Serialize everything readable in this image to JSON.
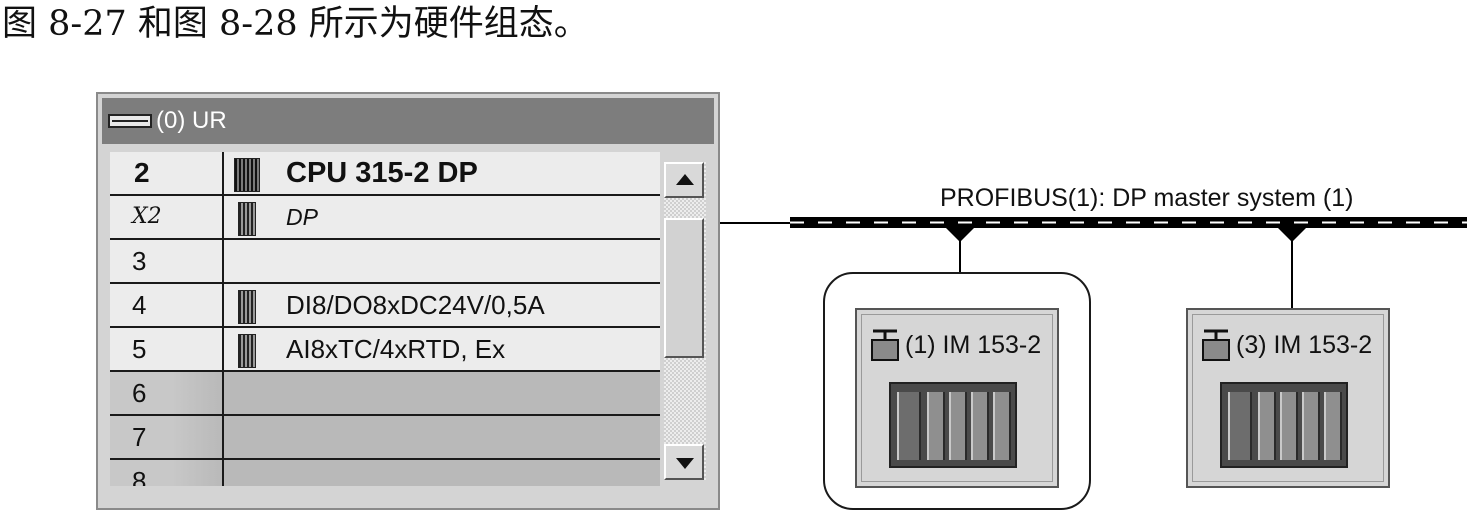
{
  "caption": "图 8-27 和图 8-28 所示为硬件组态。",
  "rack": {
    "title": "(0) UR",
    "slots": [
      {
        "slot": "2",
        "module": "CPU 315-2 DP",
        "style": "bold",
        "icon": "cpu-module-icon",
        "empty": false
      },
      {
        "slot": "X2",
        "module": "DP",
        "style": "italic",
        "icon": "interface-module-icon",
        "empty": false
      },
      {
        "slot": "3",
        "module": "",
        "style": "normal",
        "icon": "",
        "empty": false
      },
      {
        "slot": "4",
        "module": "DI8/DO8xDC24V/0,5A",
        "style": "normal",
        "icon": "io-module-icon",
        "empty": false
      },
      {
        "slot": "5",
        "module": "AI8xTC/4xRTD, Ex",
        "style": "normal",
        "icon": "io-module-icon",
        "empty": false
      },
      {
        "slot": "6",
        "module": "",
        "style": "normal",
        "icon": "",
        "empty": true
      },
      {
        "slot": "7",
        "module": "",
        "style": "normal",
        "icon": "",
        "empty": true
      },
      {
        "slot": "8",
        "module": "",
        "style": "normal",
        "icon": "",
        "empty": true
      }
    ]
  },
  "network": {
    "bus_label": "PROFIBUS(1): DP master system (1)",
    "stations": [
      {
        "title": "(1) IM 153-2",
        "icon": "dp-slave-icon",
        "selected": true
      },
      {
        "title": "(3) IM 153-2",
        "icon": "dp-slave-icon",
        "selected": false
      }
    ]
  },
  "colors": {
    "title_bar": "#7d7d7d",
    "empty_slot": "#b9b9b9",
    "station_bg": "#d6d6d6",
    "bus": "#000000"
  }
}
